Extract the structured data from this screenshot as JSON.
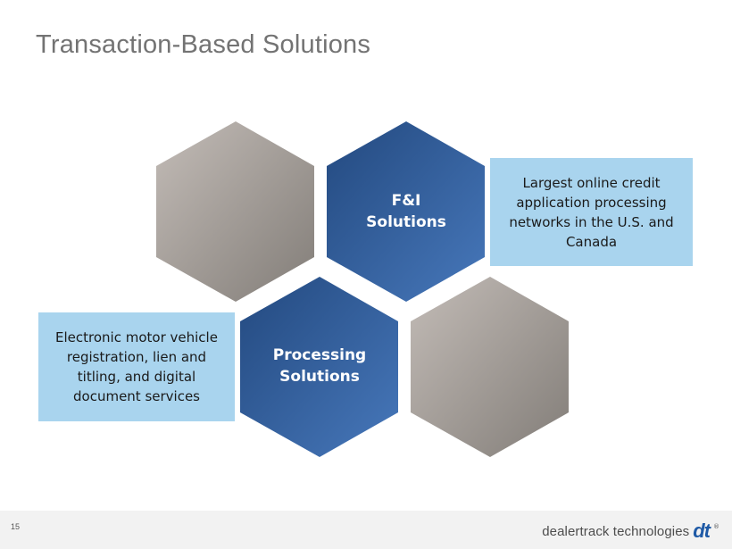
{
  "slide": {
    "title": "Transaction-Based Solutions",
    "page_number": "15"
  },
  "hexagons": [
    {
      "label_line1": "F&I",
      "label_line2": "Solutions"
    },
    {
      "label_line1": "Processing",
      "label_line2": "Solutions"
    }
  ],
  "callouts": [
    {
      "text": "Largest online credit application processing networks in the U.S. and Canada"
    },
    {
      "text": "Electronic motor vehicle registration, lien and titling, and digital document services"
    }
  ],
  "footer": {
    "brand_text": "dealertrack technologies",
    "brand_mark": "dt",
    "brand_tm": "®"
  },
  "colors": {
    "accent_blue": "#2f5d99",
    "callout_blue": "#a9d4ee",
    "gray_hex": "#a29c98",
    "title_gray": "#737373"
  }
}
